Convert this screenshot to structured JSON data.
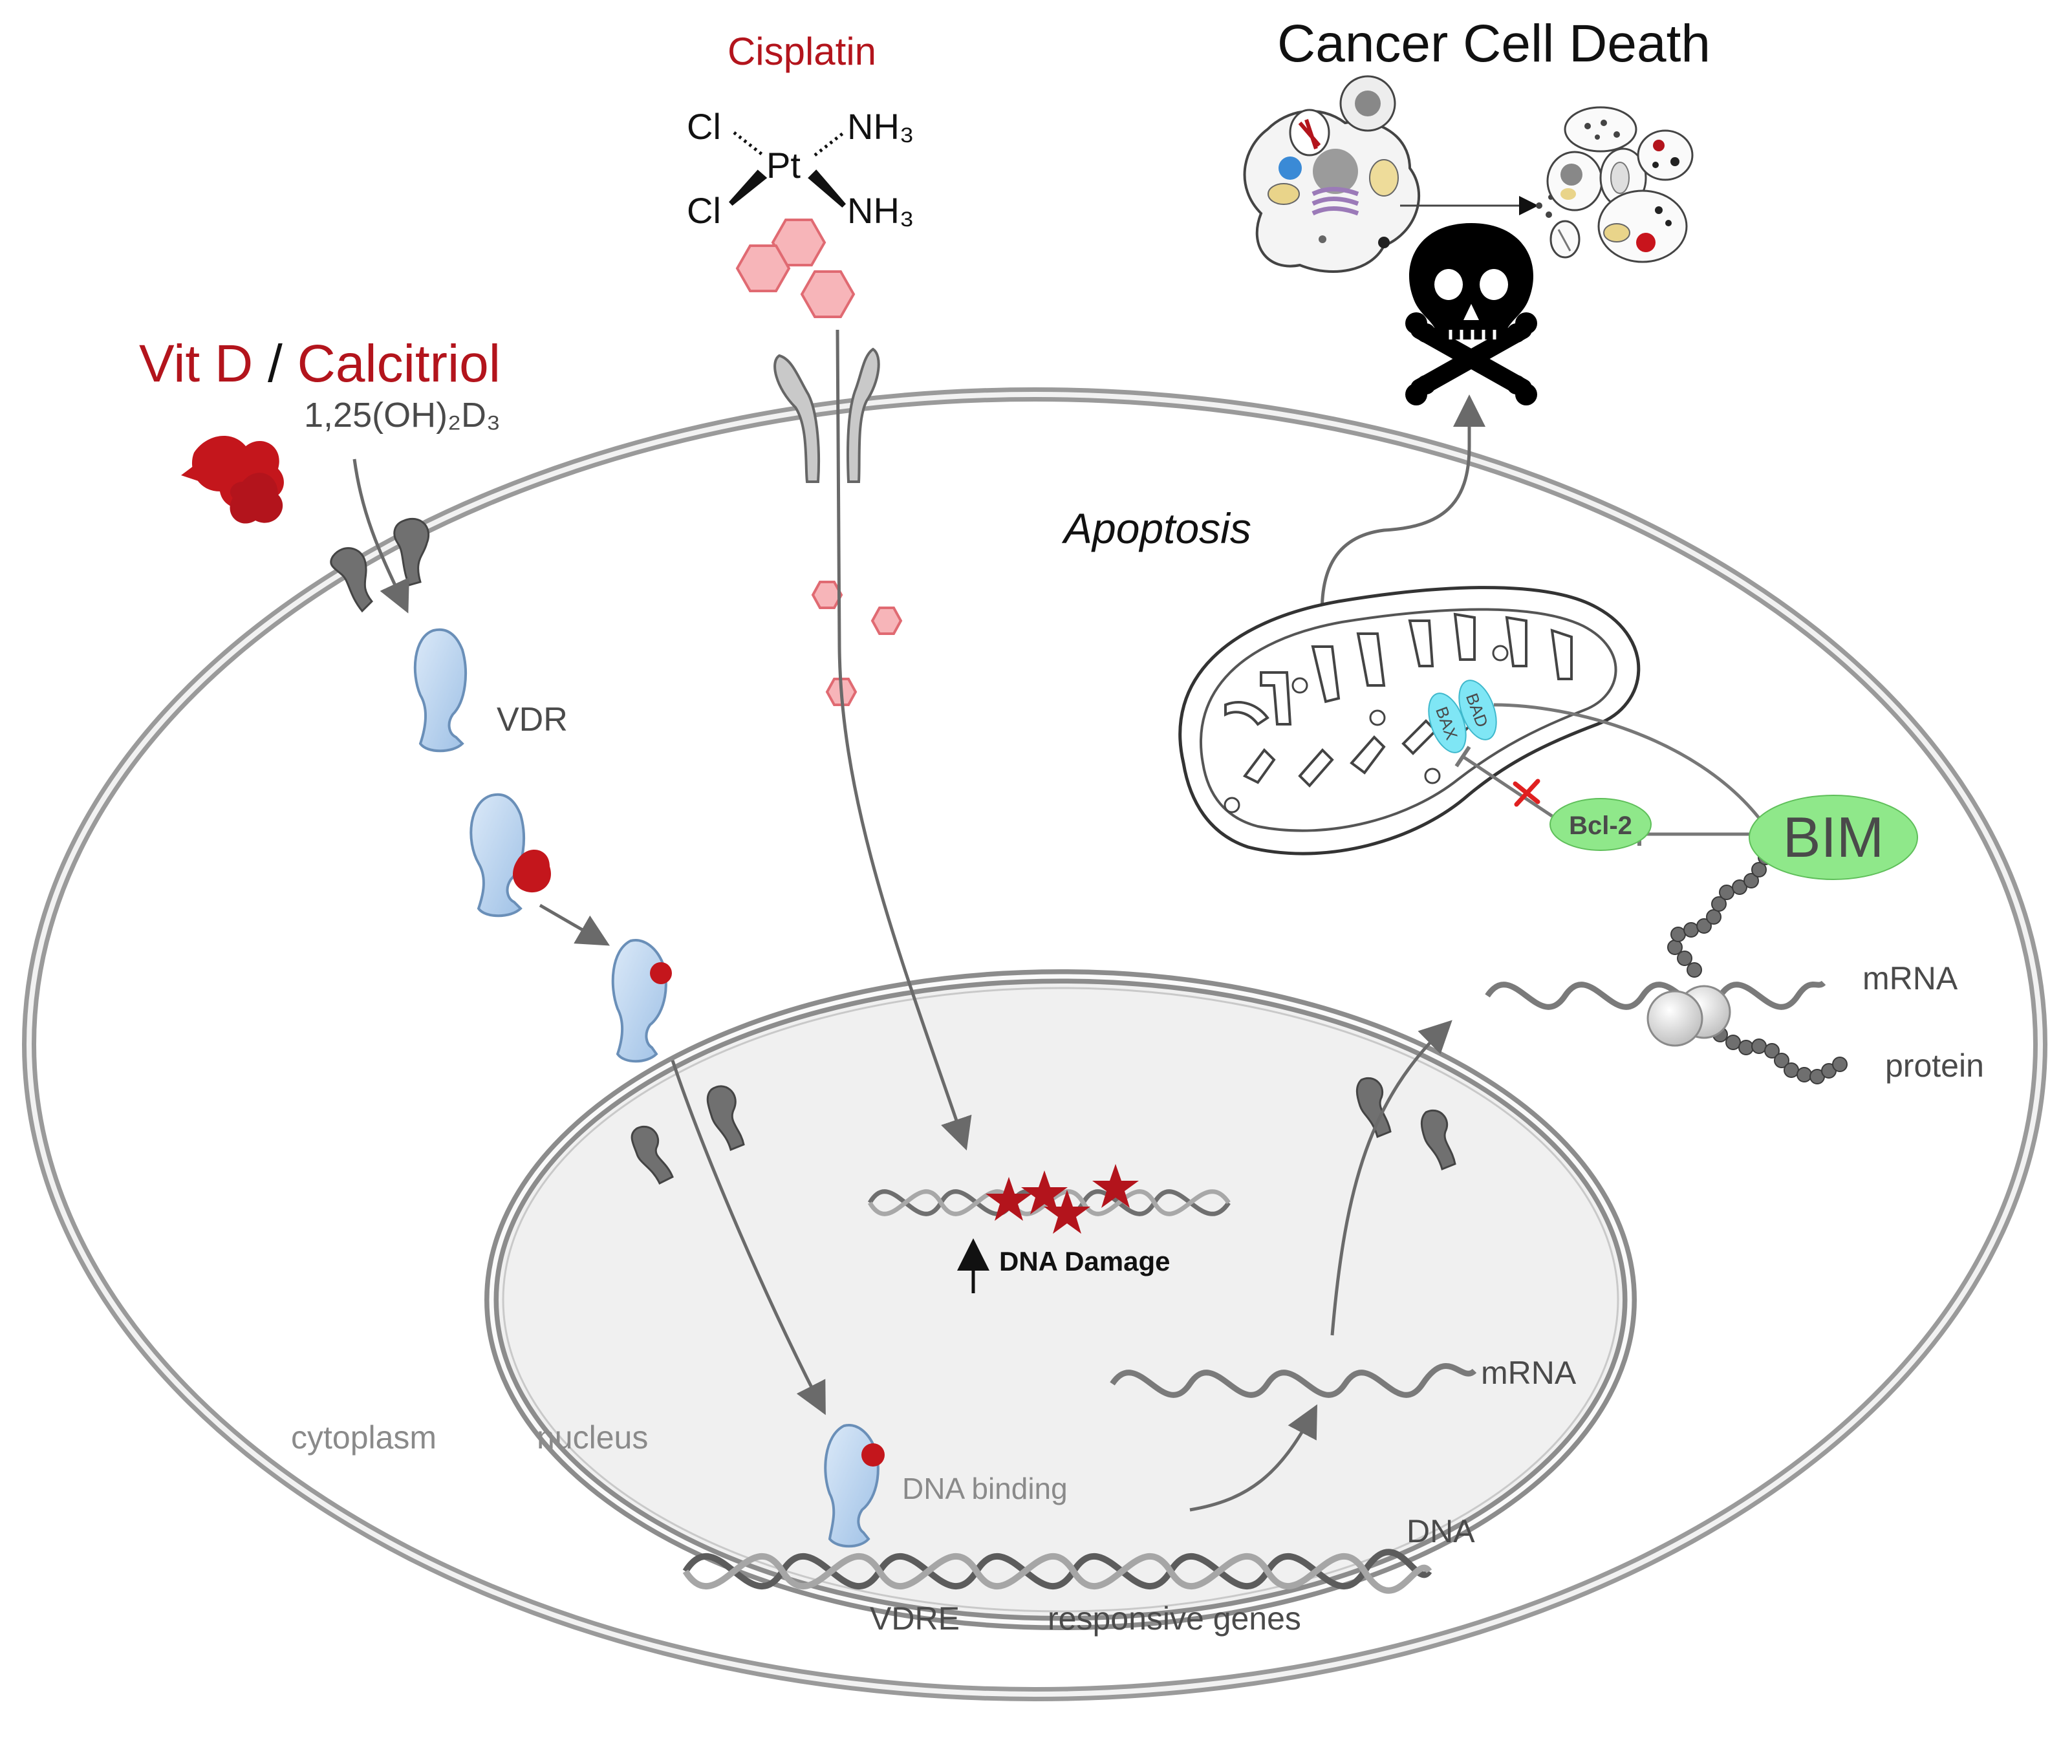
{
  "title": "Cancer Cell Death",
  "drugs": {
    "cisplatin": "Cisplatin",
    "vitd": "Vit D",
    "slash": "/",
    "calcitriol": "Calcitriol",
    "formula": "1,25(OH)₂D₃"
  },
  "chem": {
    "cl1": "Cl",
    "cl2": "Cl",
    "pt": "Pt",
    "nh3_1": "NH₃",
    "nh3_2": "NH₃"
  },
  "labels": {
    "apoptosis": "Apoptosis",
    "vdr": "VDR",
    "cytoplasm": "cytoplasm",
    "nucleus": "nucleus",
    "dna_binding": "DNA   binding",
    "dna": "DNA",
    "vdre": "VDRE",
    "responsive_genes": "responsive genes",
    "mrna_nucleus": "mRNA",
    "mrna_cyto": "mRNA",
    "protein": "protein",
    "dna_damage": "DNA Damage",
    "bim": "BIM",
    "bcl2": "Bcl-2",
    "bad": "BAD",
    "bax": "BAX"
  },
  "colors": {
    "drug_red": "#b3141c",
    "vdr_blue": "#bcd6f0",
    "bim_green": "#8fe88a",
    "bad_bax_cyan": "#7fe6f5",
    "hexagon_pink": "#f3a3a8"
  }
}
